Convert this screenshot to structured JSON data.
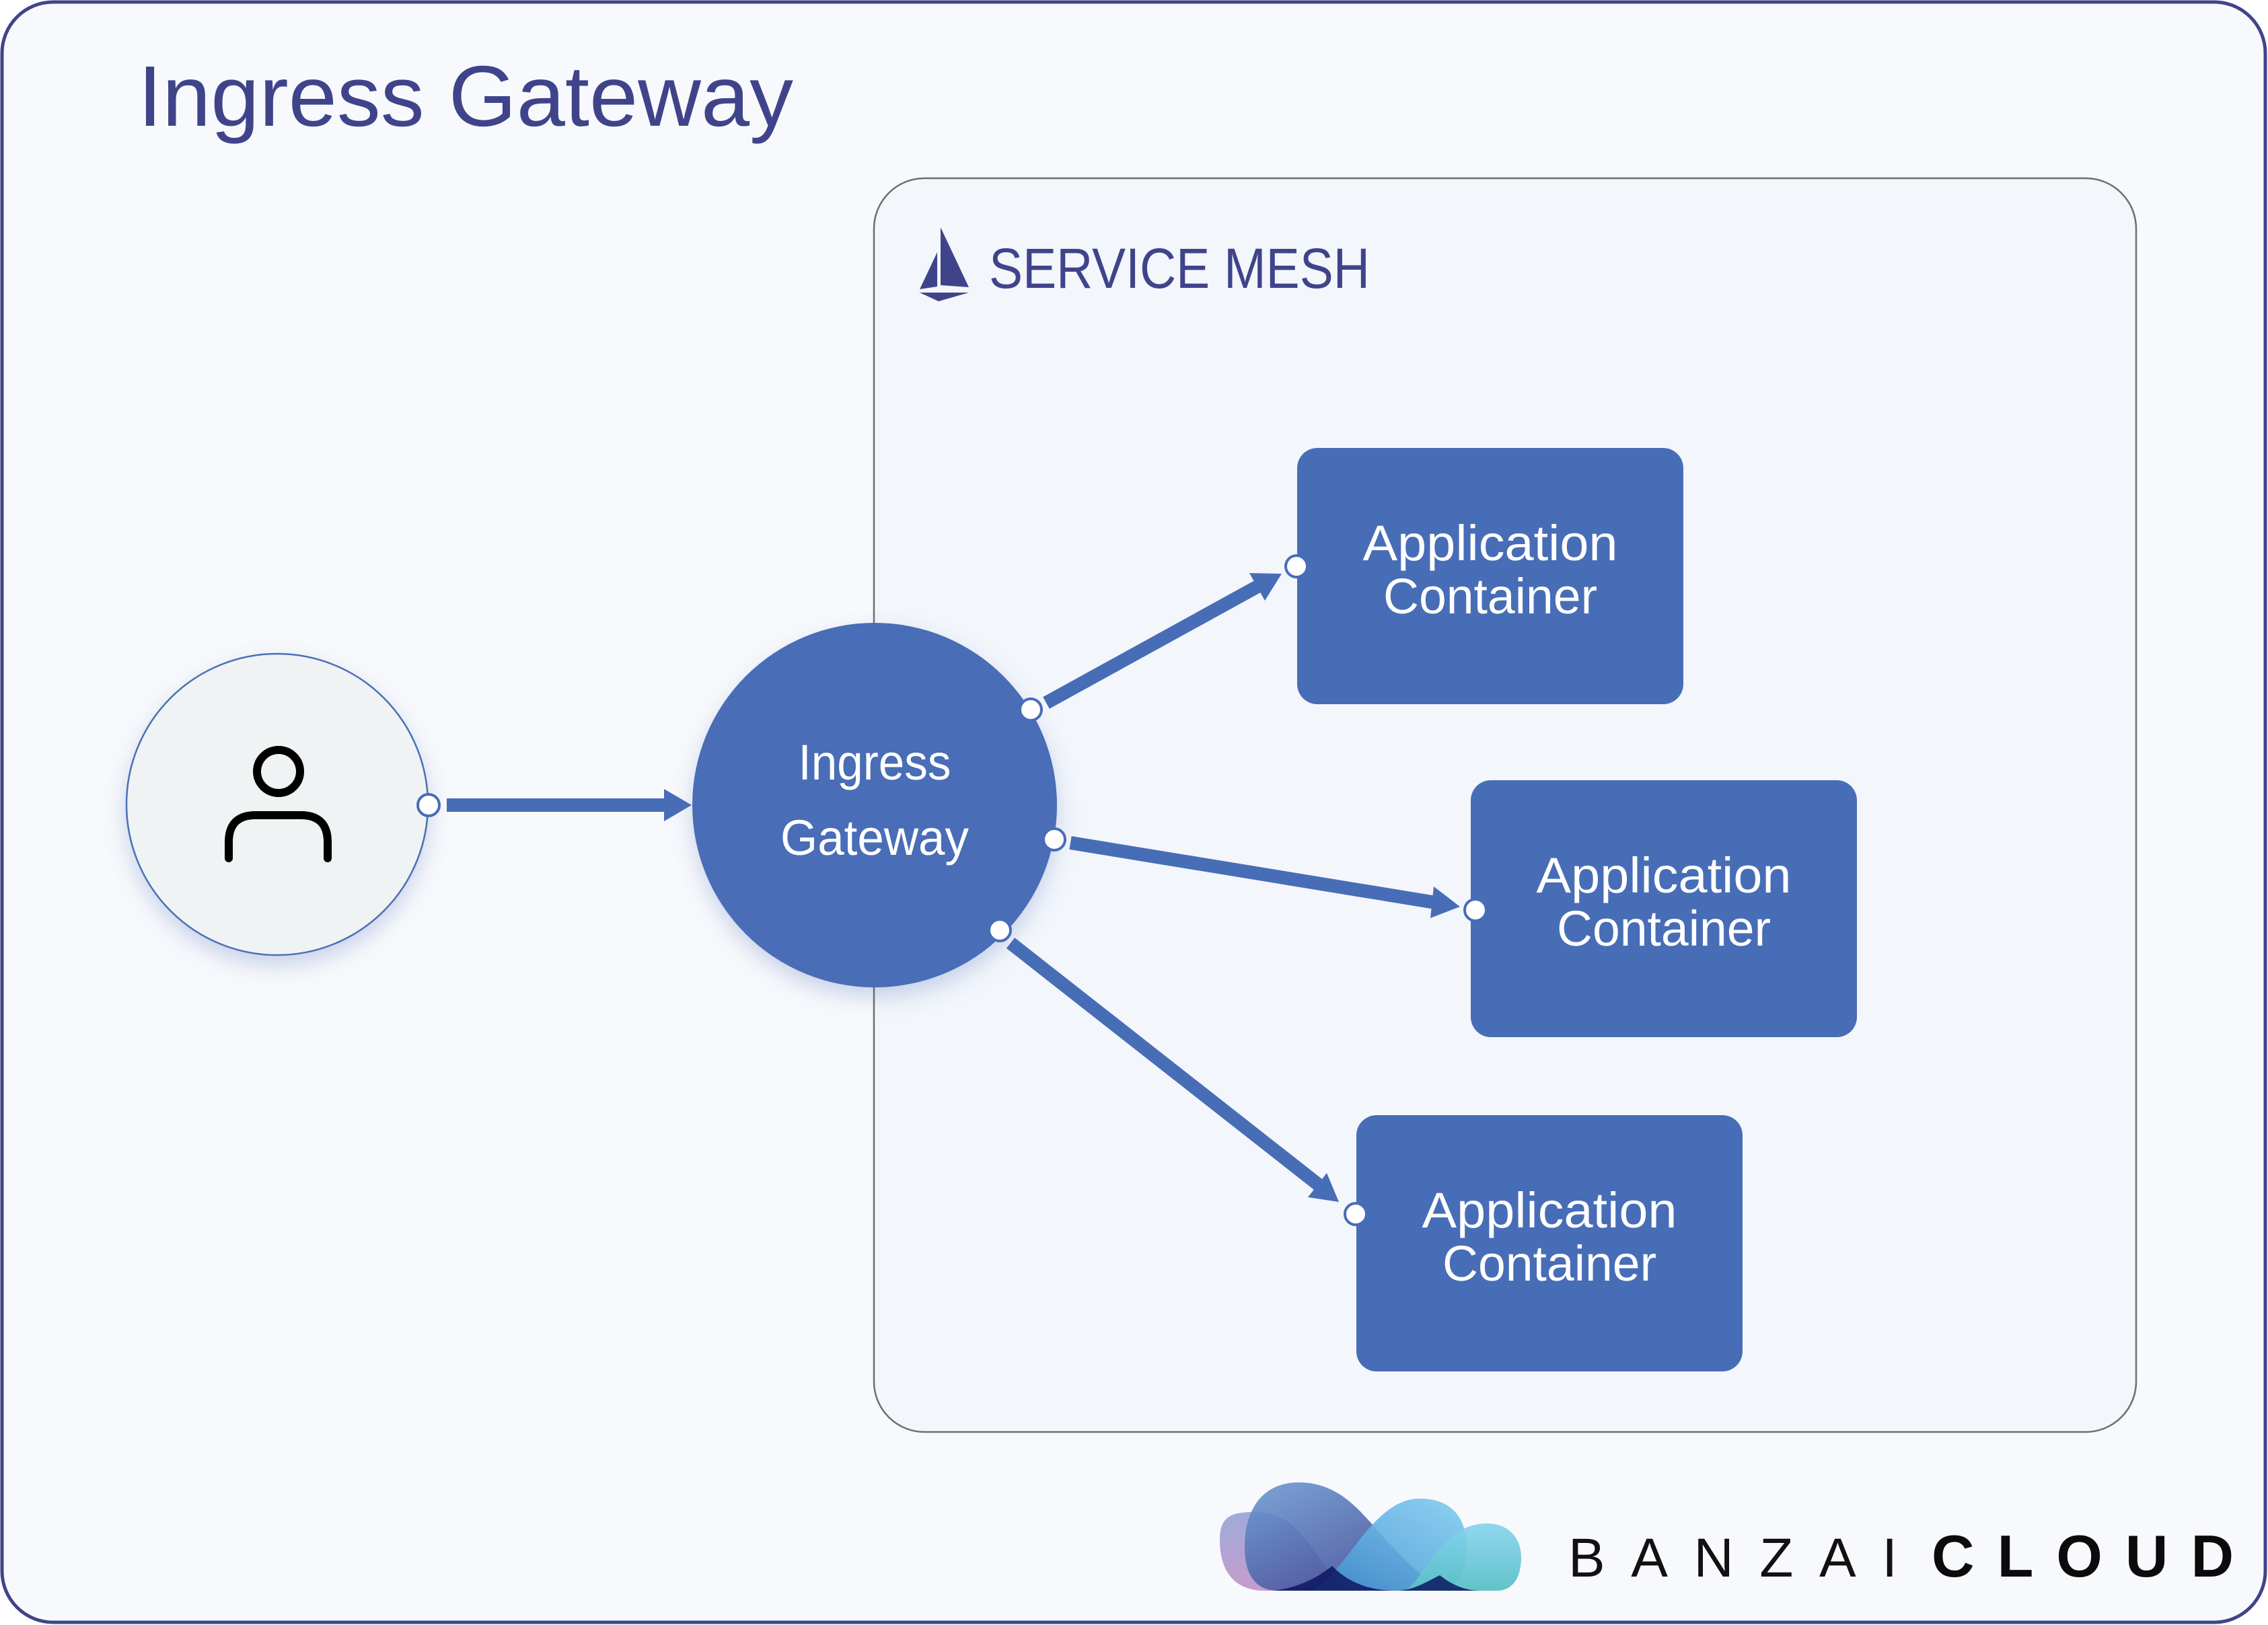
{
  "title": "Ingress Gateway",
  "service_mesh": {
    "label": "SERVICE MESH",
    "icon": "istio-sail-icon"
  },
  "user": {
    "icon": "user-icon"
  },
  "gateway": {
    "line1": "Ingress",
    "line2": "Gateway"
  },
  "containers": [
    {
      "line1": "Application",
      "line2": "Container"
    },
    {
      "line1": "Application",
      "line2": "Container"
    },
    {
      "line1": "Application",
      "line2": "Container"
    }
  ],
  "edges": [
    {
      "from": "user",
      "to": "gateway"
    },
    {
      "from": "gateway",
      "to": "container-1"
    },
    {
      "from": "gateway",
      "to": "container-2"
    },
    {
      "from": "gateway",
      "to": "container-3"
    }
  ],
  "brand": {
    "logo": "banzai-cloud-logo-icon",
    "word1": "BANZAI",
    "word2": "CLOUD"
  },
  "colors": {
    "frame": "#3f448a",
    "node_blue": "#486db7",
    "mesh_border": "#6e6e6e",
    "background": "#f8f9fc",
    "mesh_background": "#f3f6fb",
    "user_circle_fill": "#eff3f4"
  }
}
